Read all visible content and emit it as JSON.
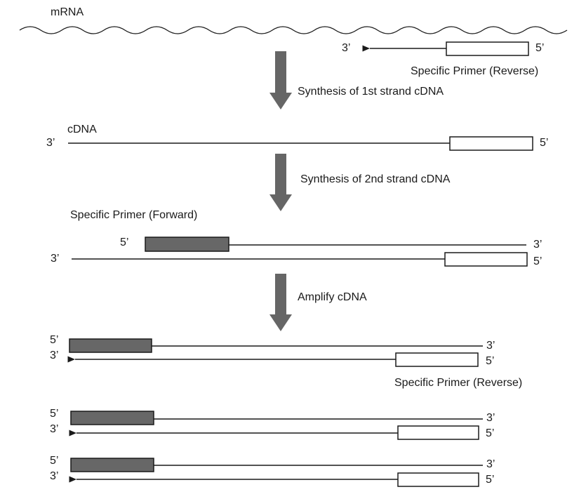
{
  "labels": {
    "mrna": "mRNA",
    "cdna": "cDNA",
    "step1": "Synthesis of 1st strand cDNA",
    "step2": "Synthesis of 2nd strand cDNA",
    "step3": "Amplify cDNA",
    "primer_reverse": "Specific Primer (Reverse)",
    "primer_forward": "Specific Primer (Forward)",
    "primer_reverse_2": "Specific Primer (Reverse)"
  },
  "ends": {
    "three": "3’",
    "five": "5’"
  },
  "colors": {
    "line": "#1a1a1a",
    "arrow": "#666666",
    "forward_primer_fill": "#676767",
    "reverse_primer_fill": "#ffffff"
  }
}
